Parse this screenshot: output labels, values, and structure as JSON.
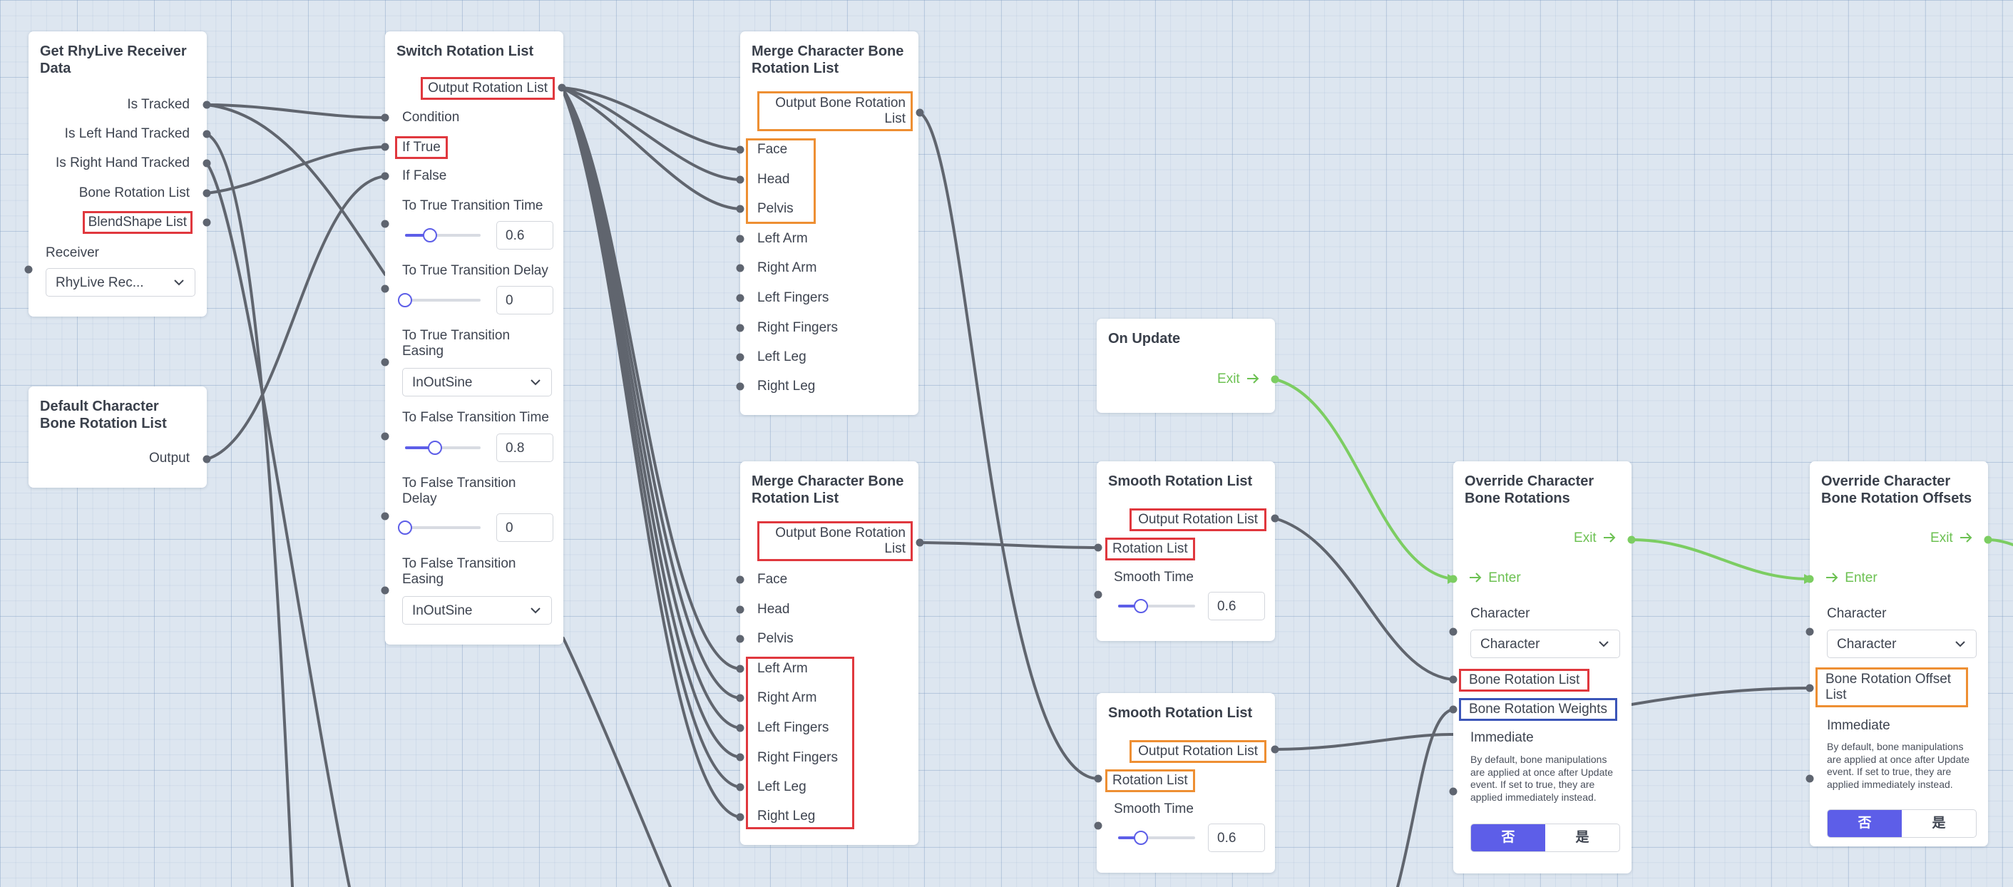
{
  "nodes": {
    "receiver": {
      "title": "Get RhyLive Receiver Data",
      "outputs": [
        "Is Tracked",
        "Is Left Hand Tracked",
        "Is Right Hand Tracked",
        "Bone Rotation List",
        "BlendShape List"
      ],
      "receiver_label": "Receiver",
      "receiver_value": "RhyLive Rec..."
    },
    "default_rot": {
      "title": "Default Character Bone Rotation List",
      "output": "Output"
    },
    "switch": {
      "title": "Switch Rotation List",
      "output": "Output Rotation List",
      "condition": "Condition",
      "if_true": "If True",
      "if_false": "If False",
      "true_time_label": "To True Transition Time",
      "true_time_value": "0.6",
      "true_time_fraction": 0.33,
      "true_delay_label": "To True Transition Delay",
      "true_delay_value": "0",
      "true_easing_label": "To True Transition Easing",
      "true_easing_value": "InOutSine",
      "false_time_label": "To False Transition Time",
      "false_time_value": "0.8",
      "false_time_fraction": 0.4,
      "false_delay_label": "To False Transition Delay",
      "false_delay_value": "0",
      "false_easing_label": "To False Transition Easing",
      "false_easing_value": "InOutSine"
    },
    "merge1": {
      "title": "Merge Character Bone Rotation List",
      "output": "Output Bone Rotation List",
      "inputs": [
        "Face",
        "Head",
        "Pelvis",
        "Left Arm",
        "Right Arm",
        "Left Fingers",
        "Right Fingers",
        "Left Leg",
        "Right Leg"
      ]
    },
    "merge2": {
      "title": "Merge Character Bone Rotation List",
      "output": "Output Bone Rotation List",
      "inputs": [
        "Face",
        "Head",
        "Pelvis",
        "Left Arm",
        "Right Arm",
        "Left Fingers",
        "Right Fingers",
        "Left Leg",
        "Right Leg"
      ]
    },
    "on_update": {
      "title": "On Update",
      "exit": "Exit"
    },
    "smooth1": {
      "title": "Smooth Rotation List",
      "output": "Output Rotation List",
      "input": "Rotation List",
      "time_label": "Smooth Time",
      "time_value": "0.6",
      "time_fraction": 0.3
    },
    "smooth2": {
      "title": "Smooth Rotation List",
      "output": "Output Rotation List",
      "input": "Rotation List",
      "time_label": "Smooth Time",
      "time_value": "0.6",
      "time_fraction": 0.3
    },
    "override": {
      "title": "Override Character Bone Rotations",
      "exit": "Exit",
      "enter": "Enter",
      "character_label": "Character",
      "character_value": "Character",
      "bone_list": "Bone Rotation List",
      "bone_weights": "Bone Rotation Weights",
      "immediate": "Immediate",
      "description": "By default, bone manipulations are applied at once after Update event. If set to true, they are applied immediately instead.",
      "toggle_no": "否",
      "toggle_yes": "是"
    },
    "override_offsets": {
      "title": "Override Character Bone Rotation Offsets",
      "exit": "Exit",
      "enter": "Enter",
      "character_label": "Character",
      "character_value": "Character",
      "offset_list": "Bone Rotation Offset List",
      "immediate": "Immediate",
      "description": "By default, bone manipulations are applied at once after Update event. If set to true, they are applied immediately instead.",
      "toggle_no": "否",
      "toggle_yes": "是"
    }
  },
  "colors": {
    "accent": "#5d5ee8",
    "flow": "#7ccd62",
    "wire": "#60656e",
    "highlight_red": "#e0383e",
    "highlight_orange": "#ee8f33",
    "highlight_blue": "#3b55b8"
  }
}
